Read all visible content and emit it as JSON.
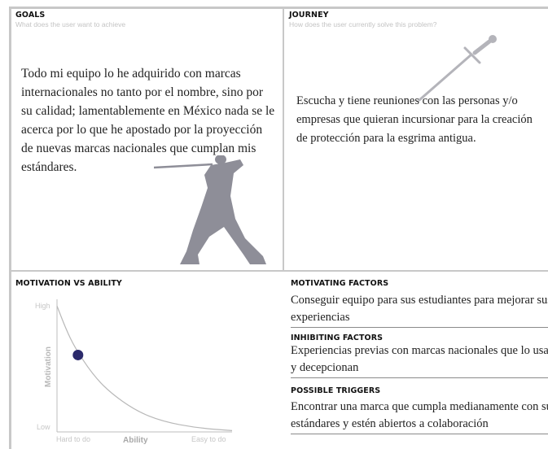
{
  "goals": {
    "heading": "GOALS",
    "subheading": "What does the user want to achieve",
    "text": "Todo mi equipo lo he adquirido con marcas internacionales no tanto por el nombre, sino por su calidad; lamentablemente en México nada se le acerca por lo que he apostado por la proyección de nuevas marcas nacionales que cumplan mis estándares."
  },
  "journey": {
    "heading": "JOURNEY",
    "subheading": "How does the user currently solve this problem?",
    "text": "Escucha y tiene reuniones con las personas y/o empresas que quieran incursionar para la creación de protección para la esgrima antigua."
  },
  "motivation_ability": {
    "heading": "MOTIVATION VS ABILITY",
    "y_axis_label": "Motivation",
    "y_high": "High",
    "y_low": "Low",
    "x_axis_label": "Ability",
    "x_left": "Hard to do",
    "x_right": "Easy to do",
    "marker_color": "#2b2a6b"
  },
  "chart_data": {
    "type": "line",
    "xlabel": "Ability",
    "ylabel": "Motivation",
    "x_ticks": [
      "Hard to do",
      "Easy to do"
    ],
    "y_ticks": [
      "Low",
      "High"
    ],
    "curve": {
      "x": [
        0.0,
        0.05,
        0.1,
        0.2,
        0.3,
        0.45,
        0.6,
        0.8,
        1.0
      ],
      "y": [
        0.95,
        0.78,
        0.64,
        0.44,
        0.3,
        0.16,
        0.08,
        0.03,
        0.01
      ]
    },
    "marker": {
      "x": 0.12,
      "y": 0.58
    },
    "grid": false
  },
  "factors": {
    "motivating_heading": "MOTIVATING FACTORS",
    "motivating_text": "Conseguir equipo para sus estudiantes para mejorar sus experiencias",
    "inhibiting_heading": "INHIBITING  FACTORS",
    "inhibiting_text": "Experiencias previas con marcas nacionales que lo usan y decepcionan",
    "triggers_heading": "POSSIBLE TRIGGERS",
    "triggers_text": "Encontrar una marca que cumpla medianamente con sus estándares y estén abiertos a colaboración"
  },
  "colors": {
    "divider": "#c8c8c8",
    "figure": "#8e8e98",
    "sword": "#b4b4ba"
  }
}
